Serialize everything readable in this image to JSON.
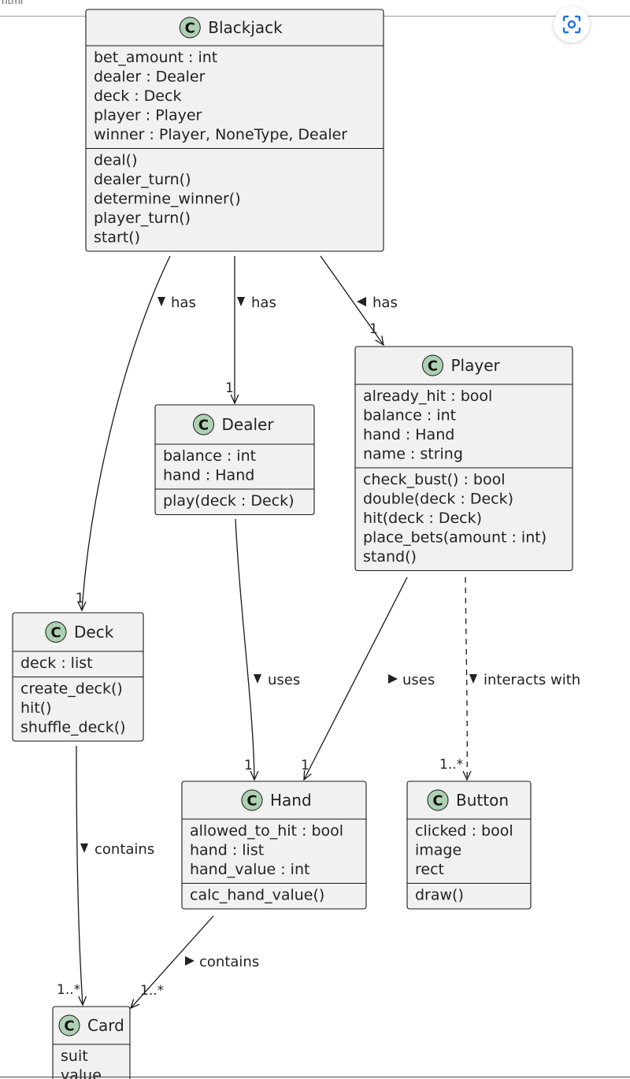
{
  "tab": {
    "title": "html"
  },
  "classes": [
    {
      "id": "blackjack",
      "name": "Blackjack",
      "attributes": [
        "bet_amount : int",
        "dealer : Dealer",
        "deck : Deck",
        "player : Player",
        "winner : Player, NoneType, Dealer"
      ],
      "methods": [
        "deal()",
        "dealer_turn()",
        "determine_winner()",
        "player_turn()",
        "start()"
      ]
    },
    {
      "id": "dealer",
      "name": "Dealer",
      "attributes": [
        "balance : int",
        "hand : Hand"
      ],
      "methods": [
        "play(deck : Deck)"
      ]
    },
    {
      "id": "player",
      "name": "Player",
      "attributes": [
        "already_hit : bool",
        "balance : int",
        "hand : Hand",
        "name : string"
      ],
      "methods": [
        "check_bust() : bool",
        "double(deck : Deck)",
        "hit(deck : Deck)",
        "place_bets(amount : int)",
        "stand()"
      ]
    },
    {
      "id": "deck",
      "name": "Deck",
      "attributes": [
        "deck : list"
      ],
      "methods": [
        "create_deck()",
        "hit()",
        "shuffle_deck()"
      ]
    },
    {
      "id": "hand",
      "name": "Hand",
      "attributes": [
        "allowed_to_hit : bool",
        "hand : list",
        "hand_value : int"
      ],
      "methods": [
        "calc_hand_value()"
      ]
    },
    {
      "id": "button",
      "name": "Button",
      "attributes": [
        "clicked : bool",
        "image",
        "rect"
      ],
      "methods": [
        "draw()"
      ]
    },
    {
      "id": "card",
      "name": "Card",
      "attributes": [
        "suit",
        "value"
      ],
      "methods": []
    }
  ],
  "relations": [
    {
      "id": "bj-deck",
      "label": "has",
      "arrow": "down",
      "multiplicity": "1",
      "dashed": false
    },
    {
      "id": "bj-dealer",
      "label": "has",
      "arrow": "down",
      "multiplicity": "1",
      "dashed": false
    },
    {
      "id": "bj-player",
      "label": "has",
      "arrow": "left",
      "multiplicity": "1",
      "dashed": false
    },
    {
      "id": "dealer-hand",
      "label": "uses",
      "arrow": "down",
      "multiplicity": "1",
      "dashed": false
    },
    {
      "id": "player-hand",
      "label": "uses",
      "arrow": "right",
      "multiplicity": "1",
      "dashed": false
    },
    {
      "id": "player-button",
      "label": "interacts with",
      "arrow": "down",
      "multiplicity": "1..*",
      "dashed": true
    },
    {
      "id": "deck-card",
      "label": "contains",
      "arrow": "down",
      "multiplicity": "1..*",
      "dashed": false
    },
    {
      "id": "hand-card",
      "label": "contains",
      "arrow": "right",
      "multiplicity": "1..*",
      "dashed": false
    }
  ],
  "icons": {
    "class_badge": "C",
    "lens": "lens-icon"
  },
  "colors": {
    "box_fill": "#f1f1f1",
    "box_border": "#181818",
    "badge": "#add1b2",
    "line": "#181818"
  }
}
